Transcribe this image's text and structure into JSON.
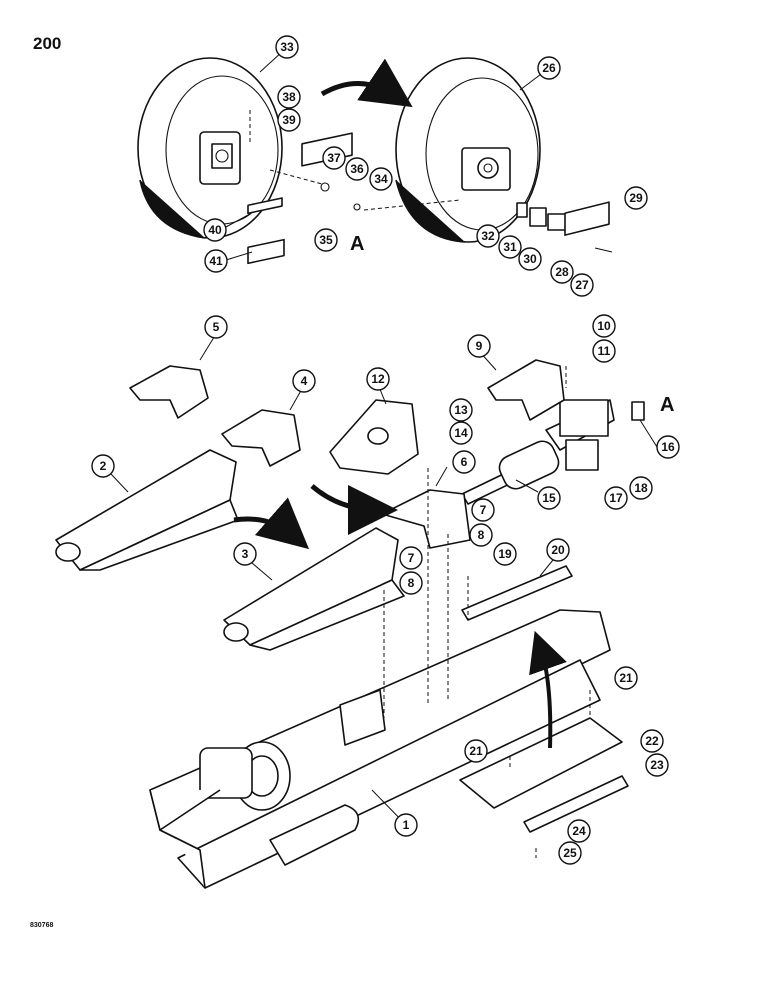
{
  "page": {
    "number": "200",
    "drawing_code": "830768"
  },
  "reference_mark": "A",
  "callouts": [
    "1",
    "2",
    "3",
    "4",
    "5",
    "6",
    "7",
    "7",
    "8",
    "8",
    "9",
    "10",
    "11",
    "12",
    "13",
    "14",
    "15",
    "16",
    "17",
    "18",
    "19",
    "20",
    "21",
    "21",
    "22",
    "23",
    "24",
    "25",
    "26",
    "27",
    "28",
    "29",
    "30",
    "31",
    "32",
    "33",
    "34",
    "35",
    "36",
    "37",
    "38",
    "39",
    "40",
    "41"
  ]
}
